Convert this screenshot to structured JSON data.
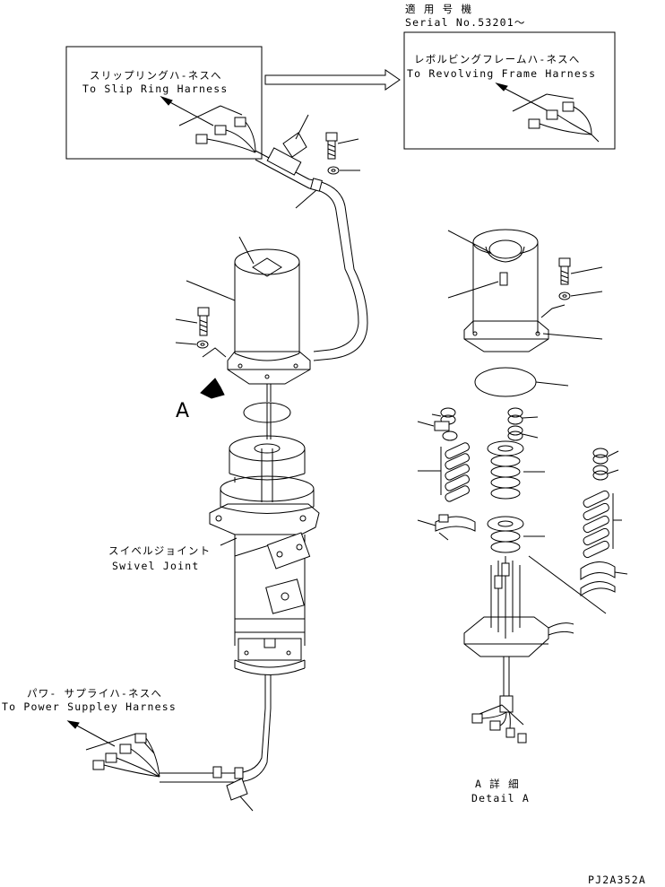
{
  "serial": {
    "jp": "適 用 号 機",
    "en": "Serial No.53201〜"
  },
  "slip_ring": {
    "jp": "スリップリングハ-ネスへ",
    "en": "To Slip Ring Harness"
  },
  "revolving": {
    "jp": "レボルビングフレームハ-ネスへ",
    "en": "To Revolving Frame Harness"
  },
  "swivel": {
    "jp": "スイベルジョイント",
    "en": "Swivel Joint"
  },
  "power": {
    "jp": "パワ- サプライハ-ネスへ",
    "en": "To Power Suppley Harness"
  },
  "view_marker": "A",
  "detail": {
    "jp": "A  詳  細",
    "en": "Detail A"
  },
  "drawing_code": "PJ2A352A"
}
